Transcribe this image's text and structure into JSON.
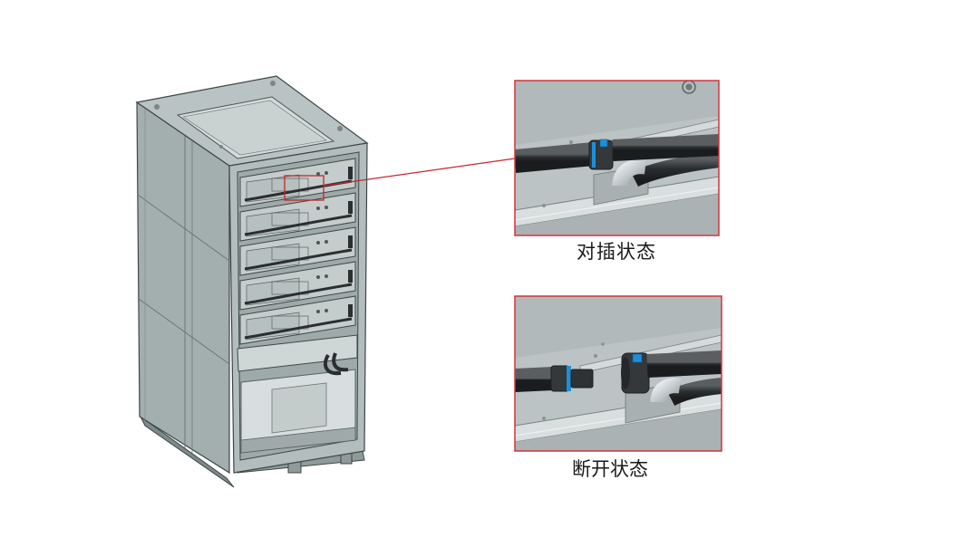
{
  "labels": {
    "connected": "对插状态",
    "disconnected": "断开状态"
  },
  "colors": {
    "cabinet_fill": "#a9b4b3",
    "cabinet_side": "#96a2a1",
    "cabinet_line": "#3f4646",
    "detail_bg": "#bfc6c6",
    "detail_border": "#d6323c",
    "leader_line": "#c8262e",
    "cable": "#2b2e30",
    "connector_accent": "#1d8fd8"
  },
  "callouts": [
    {
      "state": "connected",
      "source": "cabinet-module-1-connector"
    },
    {
      "state": "disconnected"
    }
  ]
}
